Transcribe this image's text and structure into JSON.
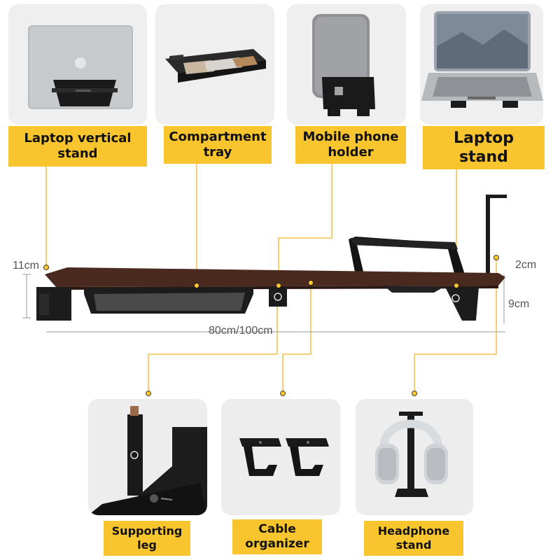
{
  "features_top": [
    {
      "label": "Laptop vertical\nstand",
      "icon": "laptop-vertical-stand-image"
    },
    {
      "label": "Compartment\ntray",
      "icon": "compartment-tray-image"
    },
    {
      "label": "Mobile phone\nholder",
      "icon": "mobile-phone-holder-image"
    },
    {
      "label": "Laptop\nstand",
      "icon": "laptop-stand-image"
    }
  ],
  "features_bottom": [
    {
      "label": "Supporting\nleg",
      "icon": "supporting-leg-image"
    },
    {
      "label": "Cable\norganizer",
      "icon": "cable-organizer-image"
    },
    {
      "label": "Headphone\nstand",
      "icon": "headphone-stand-image"
    }
  ],
  "dimensions": {
    "height": "11cm",
    "thickness": "2cm",
    "clearance": "9cm",
    "length": "80cm/100cm"
  },
  "colors": {
    "accent": "#f8c52e",
    "wood": "#4a2a1f",
    "metal": "#1c1c1c"
  }
}
